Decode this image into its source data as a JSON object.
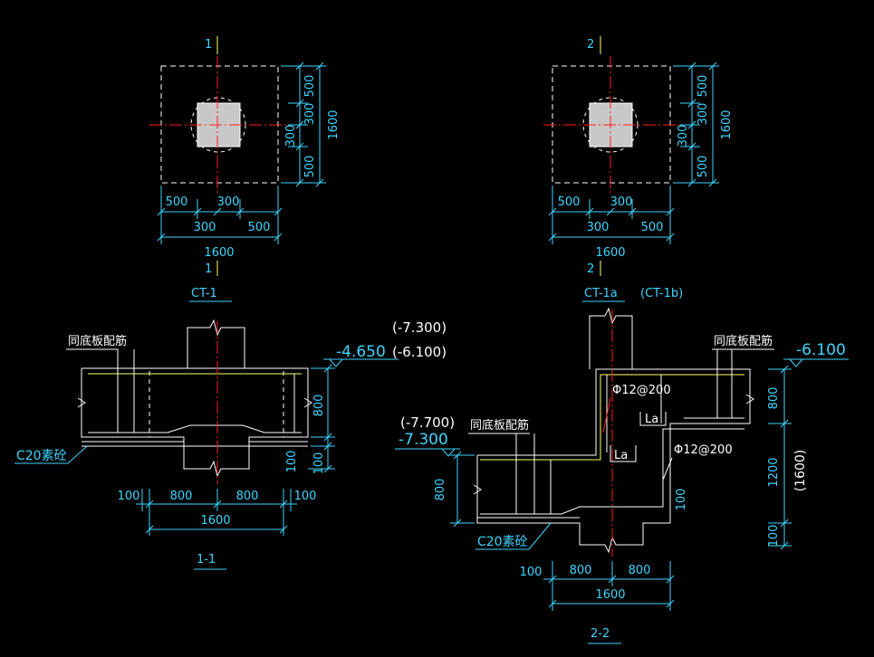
{
  "colors": {
    "background": "#000000",
    "dimension": "#3cd6ff",
    "outline": "#ffffff",
    "centerline": "#ff1e1e",
    "rebar_note": "#ffff66",
    "column_fill": "#c8c8c8"
  },
  "plan1": {
    "section_mark_top": "1",
    "section_mark_bottom": "1",
    "dim_right": [
      "500",
      "300",
      "300",
      "500"
    ],
    "dim_right_total": "1600",
    "dim_bottom_upper": [
      "500",
      "300"
    ],
    "dim_bottom_lower": [
      "300",
      "500"
    ],
    "dim_bottom_total": "1600",
    "label": "CT-1"
  },
  "plan2": {
    "section_mark_top": "2",
    "section_mark_bottom": "2",
    "dim_right": [
      "500",
      "300",
      "300",
      "500"
    ],
    "dim_right_total": "1600",
    "dim_bottom_upper": [
      "500",
      "300"
    ],
    "dim_bottom_lower": [
      "300",
      "500"
    ],
    "dim_bottom_total": "1600",
    "label_a": "CT-1a",
    "label_b": "(CT-1b)"
  },
  "section1": {
    "rebar_note": "同底板配筋",
    "elev_alt1": "(-7.300)",
    "elev_main": "-4.650",
    "elev_alt2": "(-6.100)",
    "dim_right": [
      "800",
      "100"
    ],
    "concrete_note": "C20素砼",
    "dim_bottom": [
      "100",
      "800",
      "800",
      "100"
    ],
    "dim_bottom_total": "1600",
    "title": "1-1"
  },
  "section2": {
    "rebar_note_right": "同底板配筋",
    "elev_right": "-6.100",
    "rebar_spec_1": "Φ12@200",
    "rebar_spec_2": "Φ12@200",
    "anchor_1": "La",
    "anchor_2": "La",
    "elev_left_alt": "(-7.700)",
    "elev_left": "-7.300",
    "rebar_note_left": "同底板配筋",
    "dim_left": "800",
    "dim_inner": "100",
    "dim_right": [
      "800",
      "1200",
      "100"
    ],
    "dim_right_alt": "(1600)",
    "concrete_note": "C20素砼",
    "dim_bottom": [
      "100",
      "800",
      "800"
    ],
    "dim_bottom_total": "1600",
    "title": "2-2"
  }
}
